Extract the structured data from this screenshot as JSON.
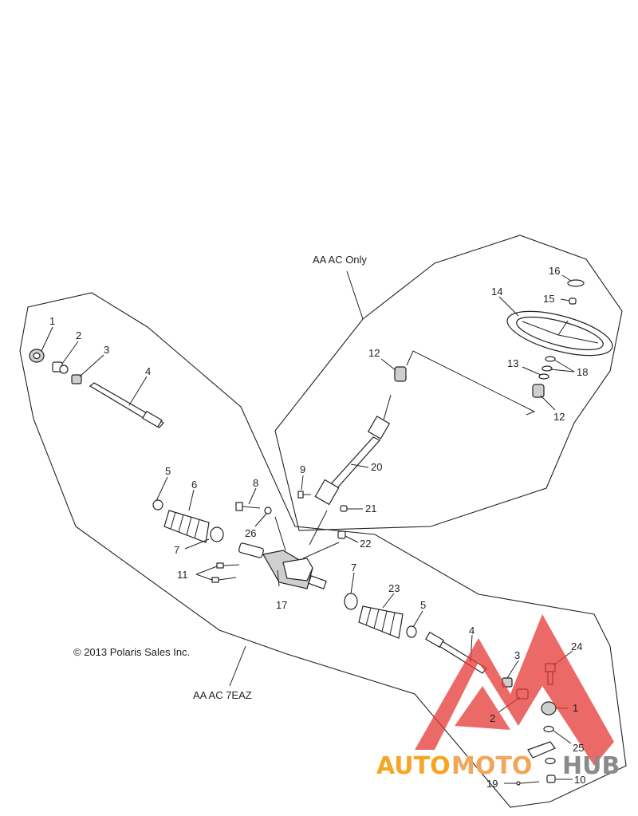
{
  "diagram": {
    "group_labels": {
      "aa_ac_only": "AA AC Only",
      "aa_ac_7eaz": "AA AC 7EAZ"
    },
    "copyright": "© 2013 Polaris Sales Inc.",
    "callouts": {
      "c1a": "1",
      "c2a": "2",
      "c3a": "3",
      "c4a": "4",
      "c5a": "5",
      "c6": "6",
      "c7a": "7",
      "c8": "8",
      "c9": "9",
      "c11": "11",
      "c12a": "12",
      "c12b": "12",
      "c13": "13",
      "c14": "14",
      "c15": "15",
      "c16": "16",
      "c17": "17",
      "c18": "18",
      "c20": "20",
      "c21": "21",
      "c22": "22",
      "c7b": "7",
      "c23": "23",
      "c5b": "5",
      "c26": "26",
      "c4b": "4",
      "c3b": "3",
      "c24": "24",
      "c2b": "2",
      "c1b": "1",
      "c25": "25",
      "c19": "19",
      "c10": "10"
    }
  },
  "watermark": {
    "text_a": "AUTO",
    "text_b": "MOTO",
    "text_c": "HUB",
    "colors": {
      "red": "#e53935",
      "orange": "#f5a623",
      "gray": "#8a8a8a"
    }
  }
}
